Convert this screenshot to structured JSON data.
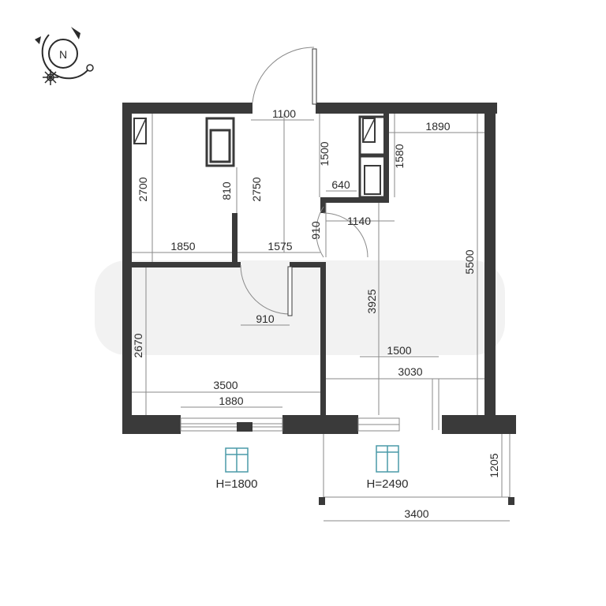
{
  "compass": {
    "letter": "N"
  },
  "dimensions": {
    "d1100": "1100",
    "d1890": "1890",
    "d1500v": "1500",
    "d1580": "1580",
    "d2700": "2700",
    "d810": "810",
    "d2750": "2750",
    "d640": "640",
    "d910v": "910",
    "d1140": "1140",
    "d1850": "1850",
    "d1575": "1575",
    "d5500": "5500",
    "d910h": "910",
    "d3925": "3925",
    "d2670": "2670",
    "d1500h": "1500",
    "d3030": "3030",
    "d3500": "3500",
    "d1880": "1880",
    "d1205": "1205",
    "d3400": "3400"
  },
  "windows": {
    "left_height": "H=1800",
    "right_height": "H=2490"
  },
  "colors": {
    "wall": "#3a3a3a",
    "line": "#8a8a8a",
    "text": "#2b2b2b"
  }
}
